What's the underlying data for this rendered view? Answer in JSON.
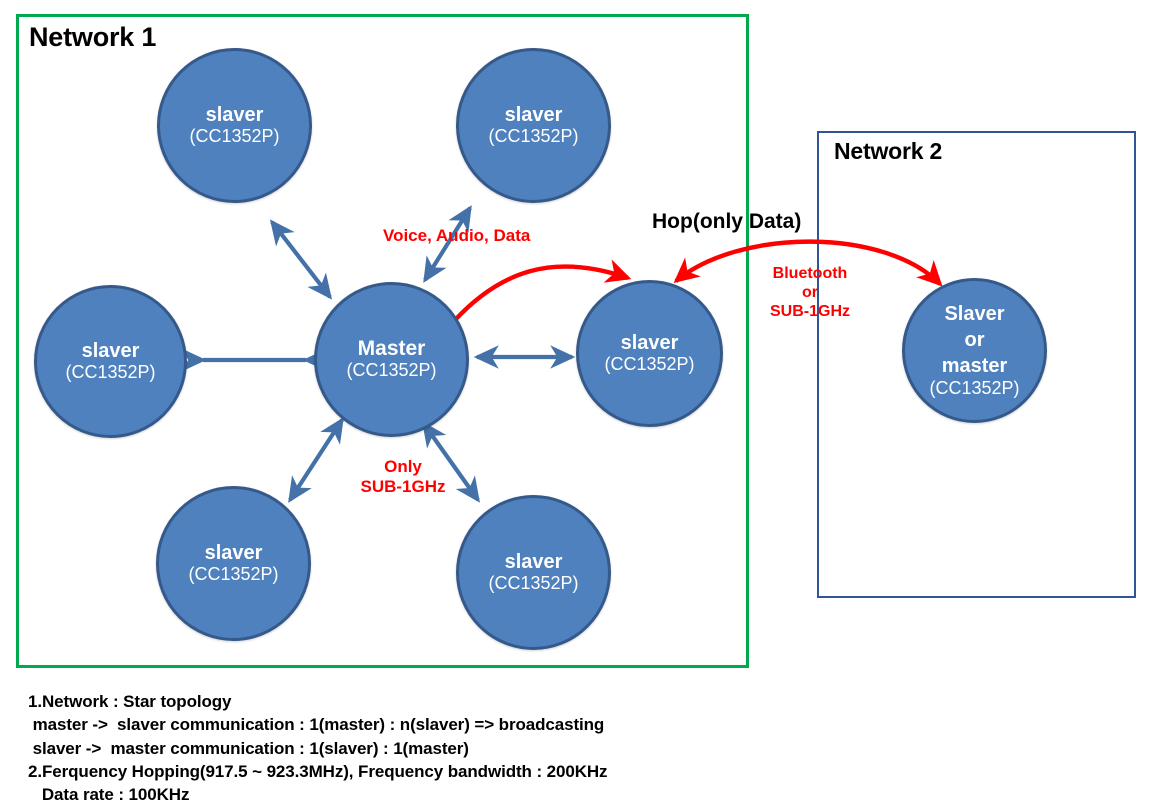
{
  "diagram": {
    "title": "Network topology diagram",
    "colors": {
      "node_fill": "#4E81BD",
      "node_border": "#35598B",
      "network1_border": "#00A94F",
      "network2_border": "#2F5597",
      "blue_arrow": "#4472A8",
      "red_arrow": "#FF0000",
      "red_text": "#FF0000",
      "black_text": "#000000",
      "background": "#FFFFFF"
    }
  },
  "network1": {
    "title": "Network 1",
    "nodes": [
      {
        "id": "slaver-top-left",
        "role": "slaver",
        "part": "(CC1352P)"
      },
      {
        "id": "slaver-top-right",
        "role": "slaver",
        "part": "(CC1352P)"
      },
      {
        "id": "slaver-left",
        "role": "slaver",
        "part": "(CC1352P)"
      },
      {
        "id": "master",
        "role": "Master",
        "part": "(CC1352P)"
      },
      {
        "id": "slaver-right",
        "role": "slaver",
        "part": "(CC1352P)"
      },
      {
        "id": "slaver-bottom-left",
        "role": "slaver",
        "part": "(CC1352P)"
      },
      {
        "id": "slaver-bottom-right",
        "role": "slaver",
        "part": "(CC1352P)"
      }
    ]
  },
  "network2": {
    "title": "Network 2",
    "nodes": [
      {
        "id": "slaver-or-master",
        "role_line1": "Slaver",
        "role_line2": "or",
        "role_line3": "master",
        "part": "(CC1352P)"
      }
    ]
  },
  "labels": {
    "voice_audio_data": "Voice, Audio, Data",
    "only": "Only",
    "sub1ghz": "SUB-1GHz",
    "hop_only_data": "Hop(only Data)",
    "bluetooth": "Bluetooth",
    "or": "or",
    "bt_sub1ghz": "SUB-1GHz"
  },
  "notes": {
    "line1": "1.Network : Star topology",
    "line2": " master ->  slaver communication : 1(master) : n(slaver) => broadcasting",
    "line3": " slaver ->  master communication : 1(slaver) : 1(master)",
    "line4": "2.Ferquency Hopping(917.5 ~ 923.3MHz), Frequency bandwidth : 200KHz",
    "line5": "   Data rate : 100KHz"
  }
}
